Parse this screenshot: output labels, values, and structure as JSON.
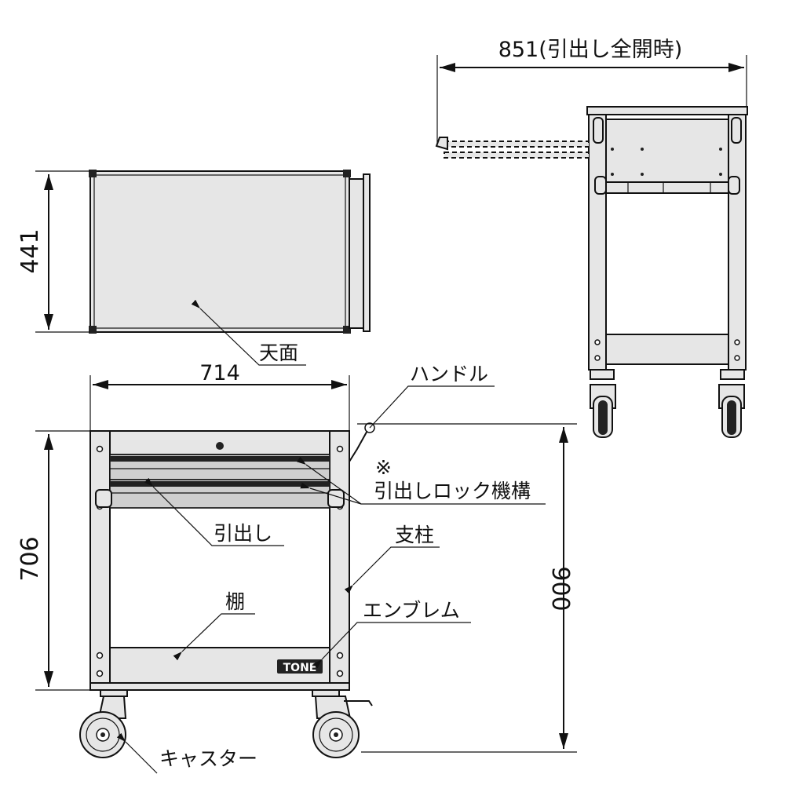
{
  "dimensions": {
    "width": "714",
    "depth": "441",
    "height_frame": "706",
    "height_total": "900",
    "drawer_open": "851(引出し全開時)"
  },
  "labels": {
    "top_surface": "天面",
    "handle": "ハンドル",
    "note_mark": "※",
    "drawer_lock": "引出しロック機構",
    "drawer": "引出し",
    "post": "支柱",
    "shelf": "棚",
    "emblem": "エンブレム",
    "caster": "キャスター",
    "brand": "TONE"
  },
  "colors": {
    "line": "#111111",
    "body": "#e6e6e6",
    "panel": "#cfcfcf",
    "dark": "#222222"
  }
}
